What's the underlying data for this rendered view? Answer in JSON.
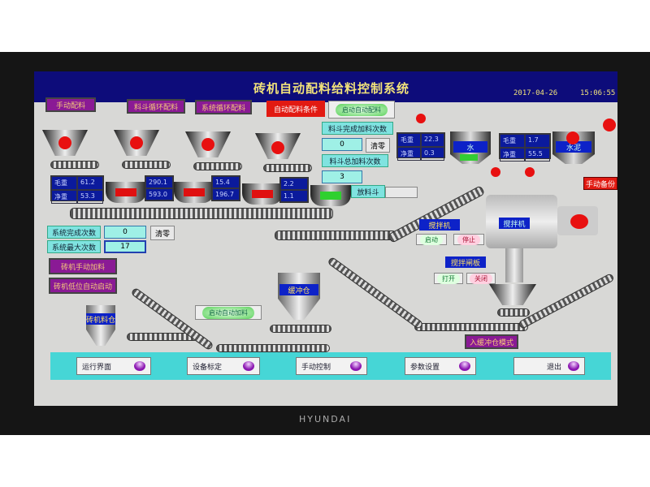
{
  "header": {
    "title": "砖机自动配料给料控制系统",
    "date": "2017-04-26",
    "time": "15:06:55"
  },
  "top_buttons": {
    "manual": "手动配料",
    "hopper_cycle": "料斗循环配料",
    "system_cycle": "系统循环配料",
    "auto_condition": "自动配料条件",
    "start_auto": "启动自动配料"
  },
  "hopper_counts": {
    "done_label": "料斗完成加料次数",
    "done_value": "0",
    "clear": "清零",
    "total_label": "料斗总加料次数",
    "total_value": "3",
    "discharge_label": "放料斗",
    "discharge_value": ""
  },
  "labels": {
    "gross": "毛重",
    "net": "净重"
  },
  "scales": [
    {
      "gross": "61.2",
      "net": "53.3"
    },
    {
      "gross": "290.1",
      "net": "593.0"
    },
    {
      "gross": "15.4",
      "net": "196.7"
    },
    {
      "gross": "2.2",
      "net": "1.1"
    }
  ],
  "water": {
    "name": "水",
    "gross": "22.3",
    "net": "0.3"
  },
  "cement": {
    "name": "水泥",
    "gross": "1.7",
    "net": "55.5"
  },
  "manual_backup": "手动备份",
  "system": {
    "done_label": "系统完成次数",
    "done_value": "0",
    "clear": "清零",
    "max_label": "系统最大次数",
    "max_value": "17",
    "brick_manual": "砖机手动加料",
    "brick_low_auto": "砖机低位自动启动"
  },
  "mixer": {
    "title": "搅拌机",
    "label": "搅拌机",
    "start": "启动",
    "stop": "停止",
    "gate_title": "搅拌闸板",
    "open": "打开",
    "close": "关闭"
  },
  "lower": {
    "brick_bin": "砖机料仓",
    "buffer": "缓冲仓",
    "start_auto_feed": "启动自动加料",
    "buffer_mode": "入缓冲仓模式"
  },
  "nav": [
    "运行界面",
    "设备标定",
    "手动控制",
    "参数设置",
    "退出"
  ],
  "brand": "HYUNDAI",
  "colors": {
    "title_bg": "#0d0c7a",
    "nav_bg": "#46d6d6",
    "accent_purple": "#8a1a95",
    "alarm_red": "#e21a12"
  }
}
